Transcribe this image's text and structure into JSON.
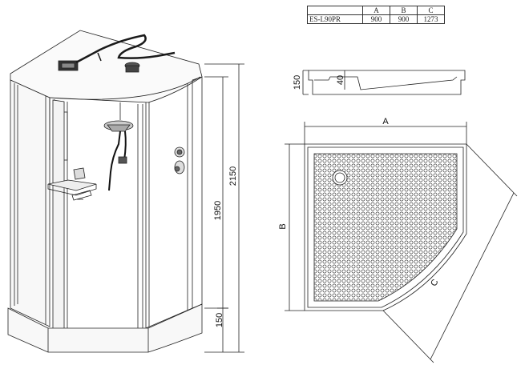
{
  "spec_table": {
    "header": [
      "",
      "A",
      "B",
      "C"
    ],
    "row": [
      "ES-L90PR",
      "900",
      "900",
      "1273"
    ]
  },
  "dimensions": {
    "total_height": "2150",
    "door_height": "1950",
    "tray_height": "150",
    "tray_profile_height": "150",
    "tray_inner_depth": "40",
    "side_a": "A",
    "side_b": "B",
    "side_c": "C"
  },
  "colors": {
    "line": "#222222",
    "hose": "#1a1a1a",
    "panel": "#f7f7f7"
  }
}
